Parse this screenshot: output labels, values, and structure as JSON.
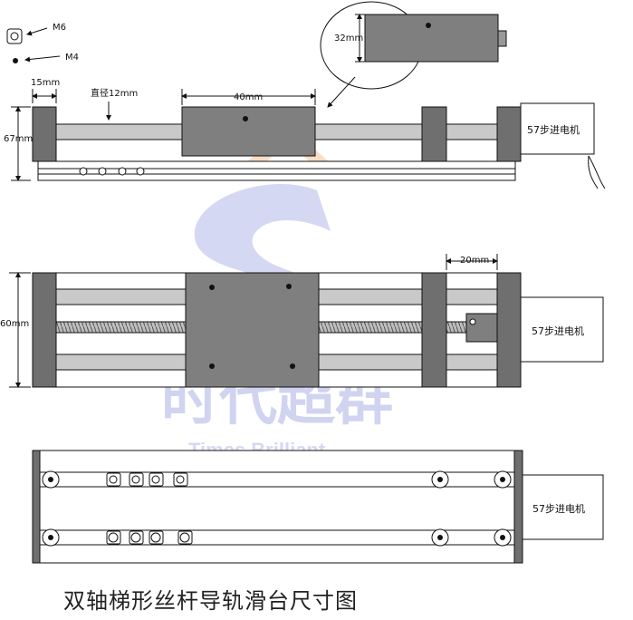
{
  "labels": {
    "m6": "M6",
    "m4": "M4",
    "dim_15": "15mm",
    "dim_diameter": "直径12mm",
    "dim_40": "40mm",
    "dim_32": "32mm",
    "dim_67": "67mm",
    "dim_20": "20mm",
    "dim_60": "60mm",
    "motor": "57步进电机"
  },
  "watermark": {
    "chinese": "时代超群",
    "english": "Times Brilliant"
  },
  "caption": "双轴梯形丝杆导轨滑台尺寸图",
  "colors": {
    "block": "#7f7f7f",
    "end_block": "#6f6f6f",
    "rail": "#c9c9c9",
    "line": "#111111",
    "watermark_blue": "#aab2e6",
    "watermark_orange": "#f0c39a"
  }
}
